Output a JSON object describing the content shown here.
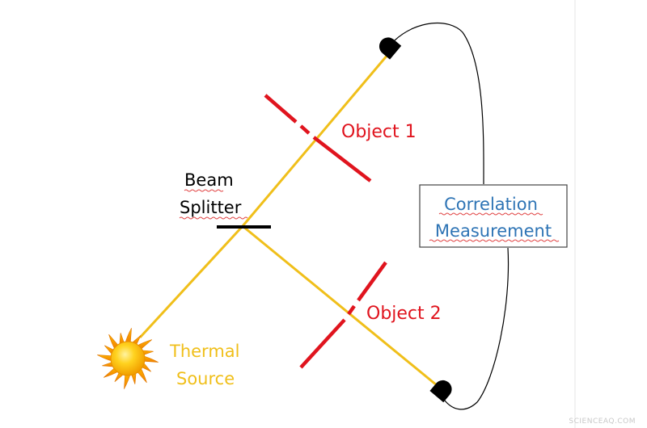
{
  "labels": {
    "object1": "Object 1",
    "object2": "Object 2",
    "beam_splitter_line1": "Beam",
    "beam_splitter_line2": "Splitter",
    "source_line1": "Thermal",
    "source_line2": "Source",
    "correlation_line1": "Correlation",
    "correlation_line2": "Measurement",
    "watermark": "SCIENCEAQ.COM"
  },
  "colors": {
    "beam": "#f0bf1a",
    "object": "#e0141e",
    "object_text": "#e0141e",
    "source_text": "#f0bf1a",
    "correlation_text": "#2e74b5",
    "splitter": "#000000",
    "detector": "#000000",
    "wire": "#000000",
    "spellcheck_underline": "#e04040",
    "watermark": "#c8c8c8"
  },
  "icons": {
    "source": "sun-icon",
    "detector": "detector-icon"
  }
}
